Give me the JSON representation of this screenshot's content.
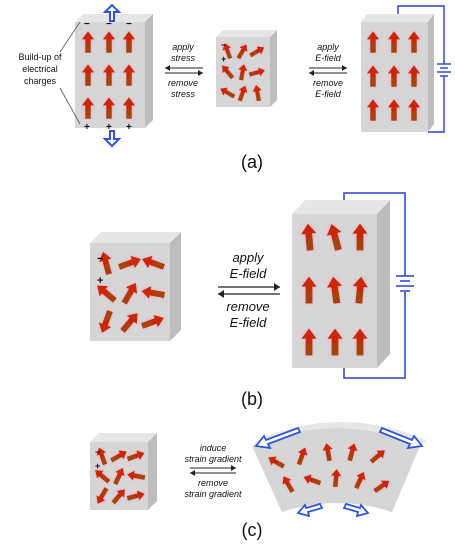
{
  "panel_a": {
    "caption": "(a)",
    "charge_label_lines": [
      "Build-up of",
      "electrical",
      "charges"
    ],
    "stress_top": "apply",
    "stress_top2": "stress",
    "stress_bottom": "remove",
    "stress_bottom2": "stress",
    "field_top": "apply",
    "field_top2": "E-field",
    "field_bottom": "remove",
    "field_bottom2": "E-field",
    "minus": "−",
    "plus": "+"
  },
  "panel_b": {
    "caption": "(b)",
    "field_top": "apply",
    "field_top2": "E-field",
    "field_bottom": "remove",
    "field_bottom2": "E-field",
    "minus": "−",
    "plus": "+"
  },
  "panel_c": {
    "caption": "(c)",
    "grad_top": "induce",
    "grad_top2": "strain gradient",
    "grad_bottom": "remove",
    "grad_bottom2": "strain gradient",
    "minus": "−",
    "plus": "+"
  },
  "colors": {
    "block_front": "#d6d6d6",
    "block_top": "#e6e6e6",
    "block_side": "#bdbdbd",
    "dipole": "#c62808",
    "dipole_glow": "#ff9ac0",
    "wire": "#2b3fd0",
    "stress_arrow": "#2f56d8"
  }
}
